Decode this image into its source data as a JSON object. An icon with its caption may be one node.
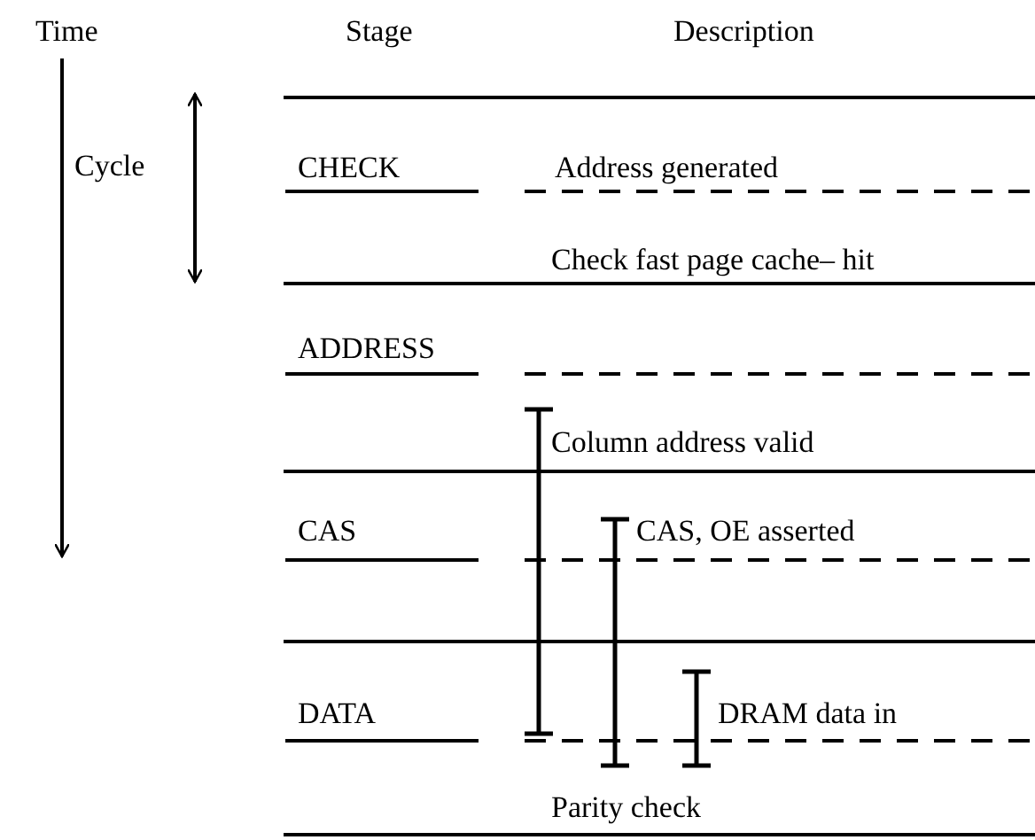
{
  "diagram": {
    "labels": [
      "Time",
      "Stage",
      "Description",
      "Cycle",
      "CHECK",
      "Address generated",
      "Check fast page cache– hit",
      "ADDRESS",
      "Column address valid",
      "CAS",
      "CAS, OE asserted",
      "DATA",
      "DRAM data in",
      "Parity check"
    ]
  }
}
